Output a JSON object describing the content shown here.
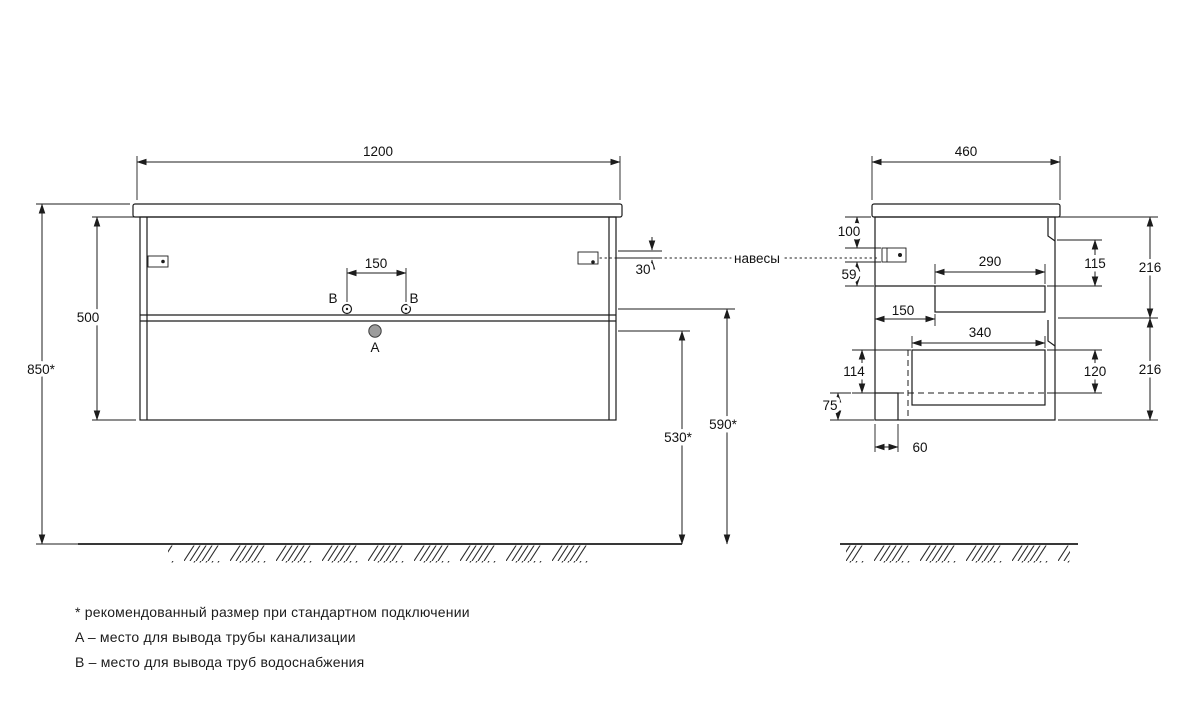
{
  "annotations": {
    "hangers_label": "навесы",
    "point_a": "A",
    "point_b": "B"
  },
  "front": {
    "width": "1200",
    "height": "500",
    "total_height": "850*",
    "b_span": "150",
    "hanger_gap": "30",
    "drain_h": "530*",
    "supply_h": "590*"
  },
  "side": {
    "depth": "460",
    "hanger_top": "100",
    "hanger_gap": "59",
    "slide_depth": "150",
    "top_drawer_depth": "290",
    "top_drawer_front": "115",
    "top_section_h": "216",
    "bottom_drawer_depth": "340",
    "bottom_inner_h": "114",
    "plinth_h": "75",
    "bottom_drawer_front": "120",
    "bottom_section_h": "216",
    "toe_kick": "60"
  },
  "footnotes": [
    "* рекомендованный размер при стандартном подключении",
    "A – место для вывода трубы канализации",
    "B – место для вывода труб водоснабжения"
  ]
}
